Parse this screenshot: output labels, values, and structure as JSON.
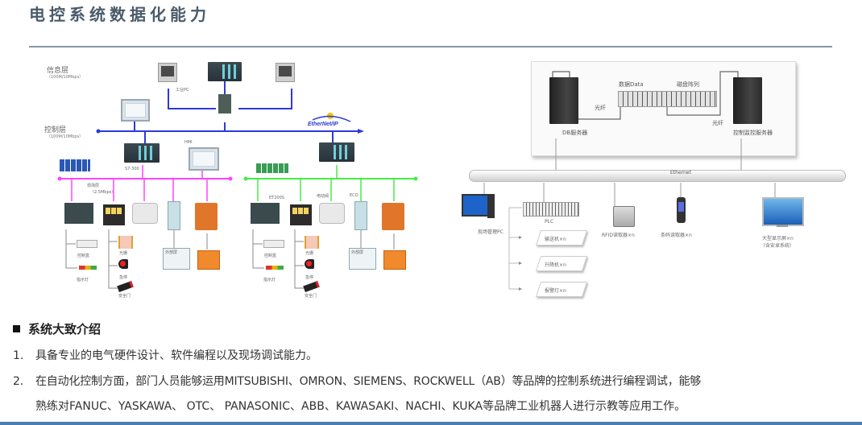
{
  "header": {
    "title": "电控系统数据化能力"
  },
  "network_diagram": {
    "layers": [
      {
        "name": "信息层",
        "speed": "（100M/10Mbps）"
      },
      {
        "name": "控制层",
        "speed": "（100M/10Mbps）"
      }
    ],
    "labels": {
      "industrial_pc": "工业PC",
      "hmi": "HMI",
      "s7_300": "S7-300",
      "field_layer": "现场层",
      "field_speed": "（2.5Mbps）",
      "ethernet_ip": "EtherNet/IP",
      "et200s": "ET200S",
      "motor_valve": "电动阀",
      "eco": "ECO",
      "operation_box_1": "控制盒",
      "indicator_1": "指示灯",
      "light_curtain_1": "光栅",
      "estop_1": "急停",
      "safety_door_1": "安全门",
      "operation_box_2": "控制盒",
      "indicator_2": "指示灯",
      "light_curtain_2": "光栅",
      "estop_2": "急停",
      "safety_door_2": "安全门",
      "panel_1": "外部屏",
      "panel_2": "外部屏"
    },
    "colors": {
      "info_bus": "#2b3bd6",
      "profibus": "#ff44ff",
      "profinet": "#44ee44"
    }
  },
  "server_diagram": {
    "db_server": "DB服务器",
    "control_server": "控制监控服务器",
    "data_label": "数据Data",
    "disk_array": "磁盘阵列",
    "fiber_1": "光纤",
    "fiber_2": "光纤",
    "ethernet": "Ethernet",
    "site_pc": "现场管理PC",
    "plc": "PLC",
    "rfid": "RFID读取器×n",
    "scanner": "条码读取器×n",
    "display": "大型显示屏×n",
    "display_note": "（含安卓系统）",
    "plc_outputs": [
      "输送机×n",
      "升降机×n",
      "报警灯×n"
    ]
  },
  "intro": {
    "heading": "系统大致介绍",
    "items": [
      {
        "num": "1.",
        "text": "具备专业的电气硬件设计、软件编程以及现场调试能力。"
      },
      {
        "num": "2.",
        "text": "在自动化控制方面，部门人员能够运用MITSUBISHI、OMRON、SIEMENS、ROCKWELL（AB）等品牌的控制系统进行编程调试，能够",
        "text_cont": "熟练对FANUC、YASKAWA、 OTC、 PANASONIC、ABB、KAWASAKI、NACHI、KUKA等品牌工业机器人进行示教等应用工作。"
      }
    ]
  }
}
